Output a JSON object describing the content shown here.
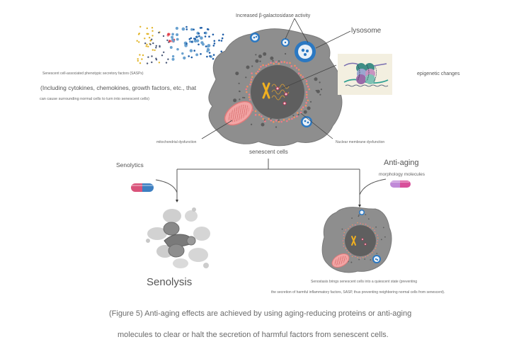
{
  "diagram": {
    "top": {
      "beta_gal_label": "Increased β-galactosidase activity",
      "lysosome_label": "lysosome",
      "sasp_title": "Senescent cell-associated phenotypic secretory factors (SASPs)",
      "sasp_detail_line1": "(Including cytokines, chemokines, growth factors, etc., that",
      "sasp_detail_line2": "can cause surrounding normal cells to turn into senescent cells)",
      "epigenetic_label": "epigenetic changes",
      "mito_label": "mitochondrial dysfunction",
      "nuclear_label": "Nuclear membrane dysfunction",
      "cell_label": "senescent cells"
    },
    "left_branch": {
      "drug_label": "Senolytics",
      "result_label": "Senolysis"
    },
    "right_branch": {
      "title": "Anti-aging",
      "drug_label": "morphology molecules",
      "description_line1": "Senostasis brings senescent cells into a quiescent state (preventing",
      "description_line2": "the secretion of harmful inflammatory factors, SASP, thus preventing neighboring normal cells from senescent)."
    },
    "colors": {
      "cell_body": "#8c8c8c",
      "nucleus": "#5e5e5e",
      "lysosome": "#2b78c2",
      "mitochondria": "#e88a8a",
      "chromosome": "#f0b020",
      "senolytics_pill_left": "#d9537a",
      "senolytics_pill_right": "#3d7fc1",
      "antiaging_pill_left": "#c08ad8",
      "antiaging_pill_right": "#d84f9a"
    }
  },
  "caption": {
    "line1": "(Figure 5) Anti-aging effects are achieved by using aging-reducing proteins or anti-aging",
    "line2": "molecules to clear or halt the secretion of harmful factors from senescent cells."
  }
}
